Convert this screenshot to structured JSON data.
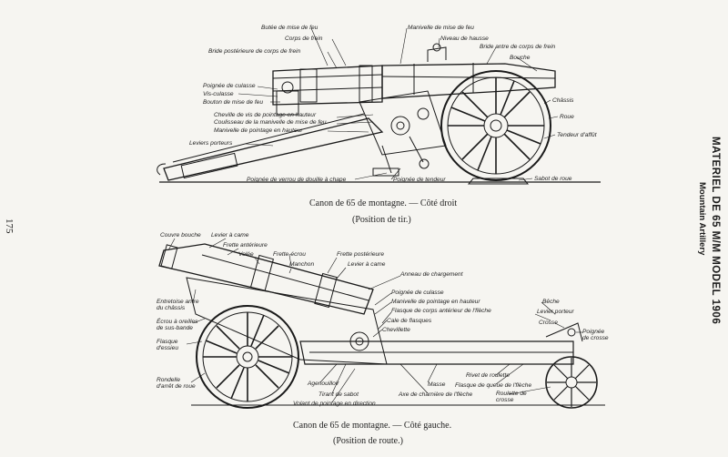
{
  "page_number": "175",
  "side_title": "MATERIEL DE 65 M/M MODEL 1906",
  "side_subtitle": "Mountain Artillery",
  "figure_top": {
    "caption": "Canon de 65 de montagne. — Côté droit",
    "sub_caption": "(Position de tir.)",
    "labels": [
      "Butée de mise de feu",
      "Manivelle de mise de feu",
      "Corps de frein",
      "Niveau de hausse",
      "Bride postérieure de corps de frein",
      "Bride antre de corps de frein",
      "Bouche",
      "Poignée de culasse",
      "Vis-culasse",
      "Bouton de mise de feu",
      "Châssis",
      "Roue",
      "Cheville de vis de pointage en hauteur",
      "Coulisseau de la manivelle de mise de feu",
      "Manivelle de pointage en hauteur",
      "Tendeur d'affût",
      "Leviers porteurs",
      "Poignée de verrou de douille à chape",
      "Poignée de tendeur",
      "Sabot de roue"
    ]
  },
  "figure_bottom": {
    "caption": "Canon de 65 de montagne. — Côté gauche.",
    "sub_caption": "(Position de route.)",
    "labels": [
      "Couvre bouche",
      "Levier à came",
      "Frette antérieure",
      "Volée",
      "Frette-écrou",
      "Frette postérieure",
      "Manchon",
      "Levier à came",
      "Anneau de chargement",
      "Entretoise antre du châssis",
      "Poignée de culasse",
      "Manivelle de pointage en hauteur",
      "Flasque de corps antérieur de l'flèche",
      "Écrou à oreilles de sus-bande",
      "Cale de flasques",
      "Chevillette",
      "Flasque d'essieu",
      "Bêche",
      "Levier porteur",
      "Crosse",
      "Poignée de crosse",
      "Rondelle d'arrêt de roue",
      "Agenouilloir",
      "Tirant de sabot",
      "Volant de pointage en direction",
      "Masse",
      "Axe de charnière de l'flèche",
      "Rivet de roulette",
      "Flasque de queue de l'flèche",
      "Roulette de crosse"
    ]
  }
}
